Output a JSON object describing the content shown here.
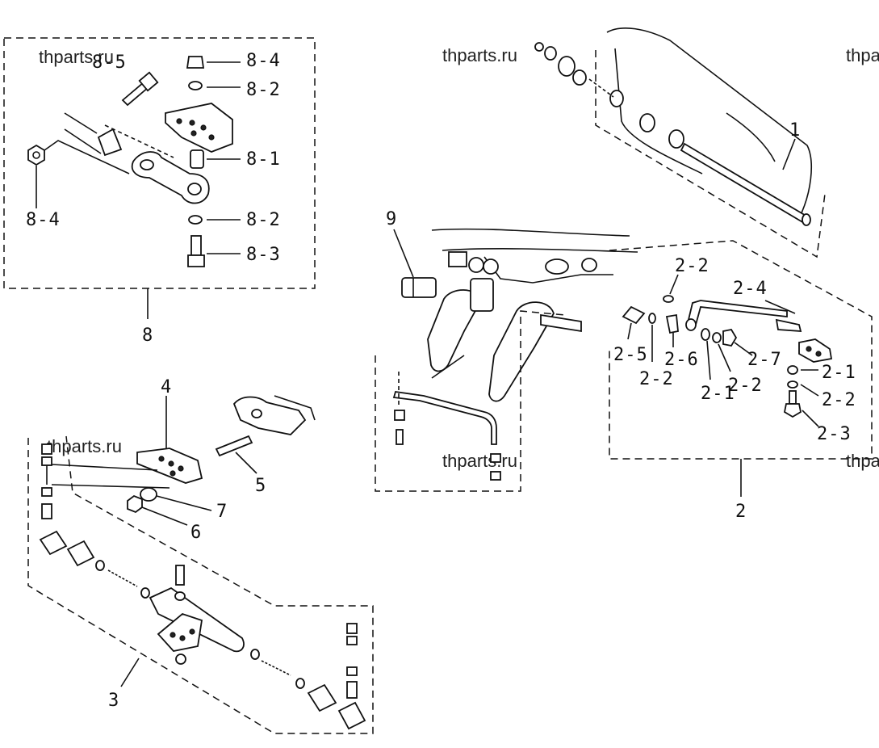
{
  "watermark": "thparts.ru",
  "callouts": {
    "c8_5": "8-5",
    "c8_4a": "8-4",
    "c8_2a": "8-2",
    "c8_1": "8-1",
    "c8_4b": "8-4",
    "c8_2b": "8-2",
    "c8_3": "8-3",
    "c8": "8",
    "c1": "1",
    "c9": "9",
    "c2_2a": "2-2",
    "c2_4": "2-4",
    "c2_5": "2-5",
    "c2_6": "2-6",
    "c2_7": "2-7",
    "c2_2b": "2-2",
    "c2_2c": "2-2",
    "c2_1a": "2-1",
    "c2_1b": "2-1",
    "c2_2d": "2-2",
    "c2_3": "2-3",
    "c2": "2",
    "c4": "4",
    "c5": "5",
    "c7": "7",
    "c6": "6",
    "c3": "3"
  }
}
